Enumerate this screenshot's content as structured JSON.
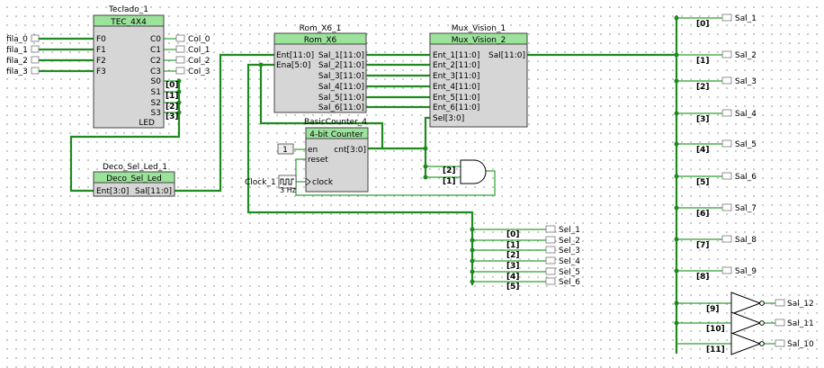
{
  "inputs": [
    "fila_0",
    "fila_1",
    "fila_2",
    "fila_3"
  ],
  "teclado": {
    "instance": "Teclado_1",
    "type": "TEC_4X4",
    "left_pins": [
      "F0",
      "F1",
      "F2",
      "F3"
    ],
    "right_pins": [
      "C0",
      "C1",
      "C2",
      "C3",
      "S0",
      "S1",
      "S2",
      "S3",
      "LED"
    ],
    "col_outputs": [
      "Col_0",
      "Col_1",
      "Col_2",
      "Col_3"
    ],
    "s_taps": [
      "[0]",
      "[1]",
      "[2]",
      "[3]"
    ]
  },
  "deco": {
    "instance": "Deco_Sel_Led_1",
    "type": "Deco_Sel_Led",
    "left_pin": "Ent[3:0]",
    "right_pin": "Sal[11:0]"
  },
  "rom": {
    "instance": "Rom_X6_1",
    "type": "Rom_X6",
    "left_pins": [
      "Ent[11:0]",
      "Ena[5:0]"
    ],
    "right_pins": [
      "Sal_1[11:0]",
      "Sal_2[11:0]",
      "Sal_3[11:0]",
      "Sal_4[11:0]",
      "Sal_5[11:0]",
      "Sal_6[11:0]"
    ]
  },
  "mux": {
    "instance": "Mux_Vision_1",
    "type": "Mux_Vision_2",
    "left_pins": [
      "Ent_1[11:0]",
      "Ent_2[11:0]",
      "Ent_3[11:0]",
      "Ent_4[11:0]",
      "Ent_5[11:0]",
      "Ent_6[11:0]",
      "Sel[3:0]"
    ],
    "right_pin": "Sal[11:0]"
  },
  "counter": {
    "instance": "BasicCounter_4",
    "type": "4-bit Counter",
    "pins": [
      "en",
      "reset",
      "clock"
    ],
    "output_pin": "cnt[3:0]",
    "const_value": "1",
    "clock_label": "Clock_1",
    "clock_freq": "3 Hz"
  },
  "and_gate": {
    "taps": [
      "[2]",
      "[1]"
    ]
  },
  "sel_outputs": {
    "names": [
      "Sel_1",
      "Sel_2",
      "Sel_3",
      "Sel_4",
      "Sel_5",
      "Sel_6"
    ],
    "taps": [
      "[0]",
      "[1]",
      "[2]",
      "[3]",
      "[4]",
      "[5]"
    ]
  },
  "sal_outputs": {
    "names": [
      "Sal_1",
      "Sal_2",
      "Sal_3",
      "Sal_4",
      "Sal_5",
      "Sal_6",
      "Sal_7",
      "Sal_8",
      "Sal_9"
    ],
    "taps": [
      "[0]",
      "[1]",
      "[2]",
      "[3]",
      "[4]",
      "[5]",
      "[6]",
      "[7]",
      "[8]"
    ]
  },
  "inverted_outputs": {
    "names": [
      "Sal_12",
      "Sal_11",
      "Sal_10"
    ],
    "taps": [
      "[9]",
      "[10]",
      "[11]"
    ]
  },
  "colors": {
    "wire": "#1f8a1f",
    "header": "#9be29b",
    "block": "#d6d6d6"
  }
}
